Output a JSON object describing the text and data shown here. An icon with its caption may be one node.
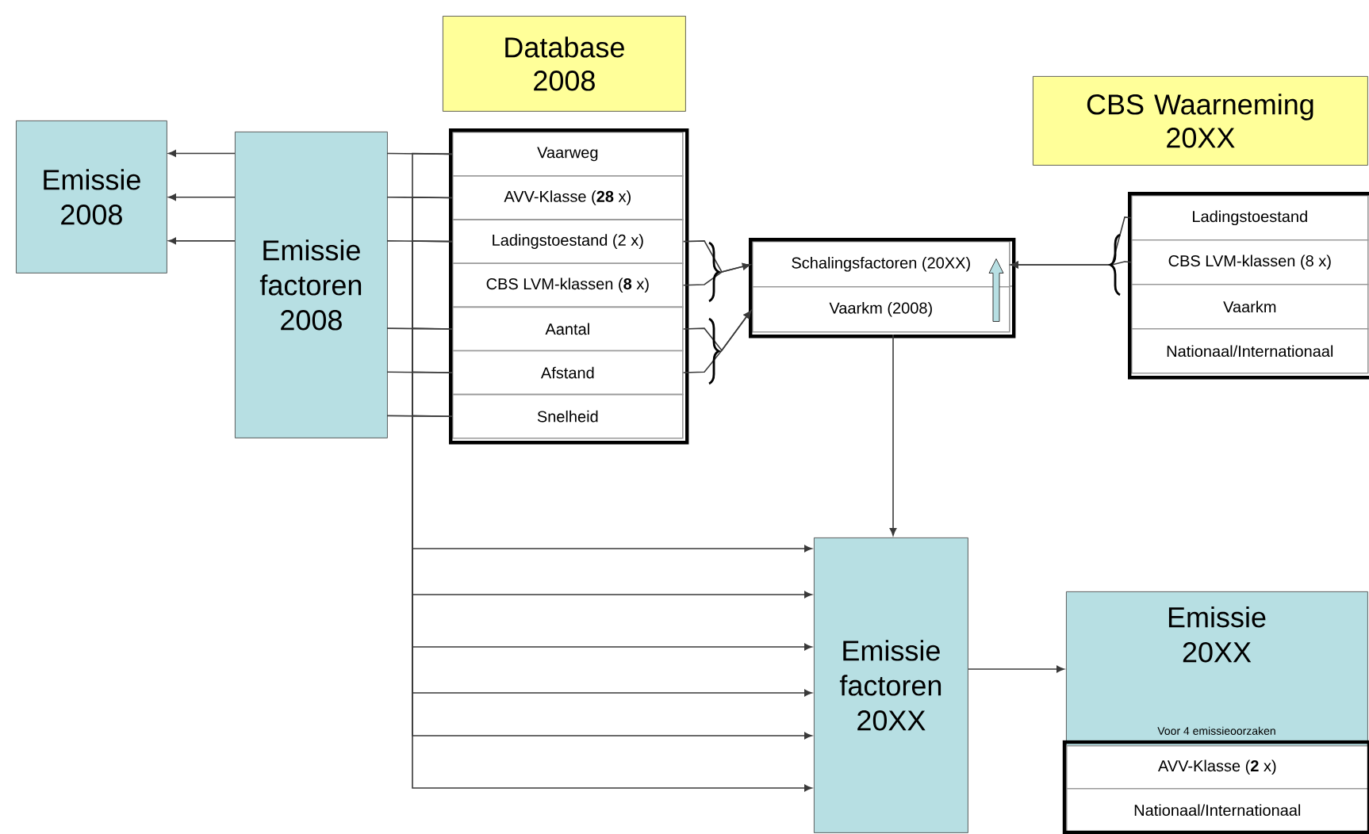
{
  "diagram": {
    "nodes": [
      {
        "text": [
          "Database 2008"
        ]
      },
      {
        "text": [
          "CBS Waarneming 20XX"
        ]
      },
      {
        "text": [
          "Emissie 2008"
        ]
      },
      {
        "text": [
          "Emissie factoren 2008"
        ]
      },
      {
        "text": [],
        "shape": "box"
      },
      {
        "text": [
          "Vaarweg"
        ],
        "in": 4
      },
      {
        "text": [
          "AVV-Klasse (**28** x)"
        ],
        "in": 4
      },
      {
        "text": [
          "Ladingstoestand (2 x)"
        ],
        "in": 4
      },
      {
        "text": [
          "CBS LVM-klassen (**8** x)"
        ],
        "in": 4
      },
      {
        "text": [
          "Aantal"
        ],
        "in": 4
      },
      {
        "text": [
          "Afstand"
        ],
        "in": 4
      },
      {
        "text": [
          "Snelheid"
        ],
        "in": 4
      },
      {
        "text": [],
        "shape": "box"
      },
      {
        "text": [
          "Schalingsfactoren (20XX)"
        ],
        "in": 12
      },
      {
        "text": [
          "Vaarkm (2008)"
        ],
        "in": 12
      },
      {
        "text": [],
        "shape": "box"
      },
      {
        "text": [
          "Ladingstoestand"
        ],
        "in": 15
      },
      {
        "text": [
          "CBS LVM-klassen (8 x)"
        ],
        "in": 15
      },
      {
        "text": [
          "Vaarkm"
        ],
        "in": 15
      },
      {
        "text": [
          "Nationaal/Internationaal"
        ],
        "in": 15
      },
      {
        "text": [
          "Emissie factoren 20XX"
        ]
      },
      {
        "text": [
          "Emissie 20XX",
          "Voor 4 emissieoorzaken"
        ]
      },
      {
        "text": [
          "AVV-Klasse (**2** x)"
        ],
        "in": 21
      },
      {
        "text": [
          "Nationaal/Internationaal"
        ],
        "in": 21
      }
    ],
    "edges": [
      {
        "from": 5,
        "to": 3,
        "arrow": "none"
      },
      {
        "from": 6,
        "to": 3,
        "arrow": "none"
      },
      {
        "from": 7,
        "to": 3,
        "arrow": "none"
      },
      {
        "from": 9,
        "to": 3,
        "arrow": "none"
      },
      {
        "from": 10,
        "to": 3,
        "arrow": "none"
      },
      {
        "from": 11,
        "to": 3,
        "arrow": "none"
      },
      {
        "from": 3,
        "to": 2,
        "arrow": "to"
      },
      {
        "from": 3,
        "to": 2,
        "arrow": "to"
      },
      {
        "from": 3,
        "to": 2,
        "arrow": "to"
      },
      {
        "from": 5,
        "to": 20,
        "arrow": "to"
      },
      {
        "from": 6,
        "to": 20,
        "arrow": "to"
      },
      {
        "from": 7,
        "to": 20,
        "arrow": "to"
      },
      {
        "from": 9,
        "to": 20,
        "arrow": "to"
      },
      {
        "from": 10,
        "to": 20,
        "arrow": "to"
      },
      {
        "from": 11,
        "to": 20,
        "arrow": "to"
      },
      {
        "from": 7,
        "to": 13,
        "arrow": "to"
      },
      {
        "from": 8,
        "to": 13,
        "arrow": "to"
      },
      {
        "from": 9,
        "to": 14,
        "arrow": "to"
      },
      {
        "from": 10,
        "to": 14,
        "arrow": "to"
      },
      {
        "from": 16,
        "to": 13,
        "arrow": "to"
      },
      {
        "from": 17,
        "to": 13,
        "arrow": "to"
      },
      {
        "from": 14,
        "to": 13,
        "arrow": "to"
      },
      {
        "from": 12,
        "to": 20,
        "arrow": "to"
      },
      {
        "from": 20,
        "to": 21,
        "arrow": "to"
      }
    ]
  }
}
